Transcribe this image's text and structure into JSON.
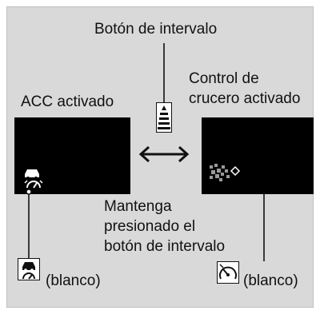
{
  "labels": {
    "interval_button": "Botón de intervalo",
    "acc_active": "ACC activado",
    "cruise_active_line1": "Control de",
    "cruise_active_line2": "crucero activado",
    "hold_line1": "Mantenga",
    "hold_line2": "presionado el",
    "hold_line3": "botón de intervalo",
    "acc_icon_caption": "(blanco)",
    "cruise_icon_caption": "(blanco)"
  },
  "icons": {
    "interval_button": "interval-button-icon",
    "acc": "acc-car-speedometer-icon",
    "cruise": "cruise-speedometer-icon",
    "swap": "double-arrow-icon"
  },
  "colors": {
    "background": "#d9d9d9",
    "screen": "#000000",
    "indicator": "#ffffff",
    "text": "#111111"
  }
}
